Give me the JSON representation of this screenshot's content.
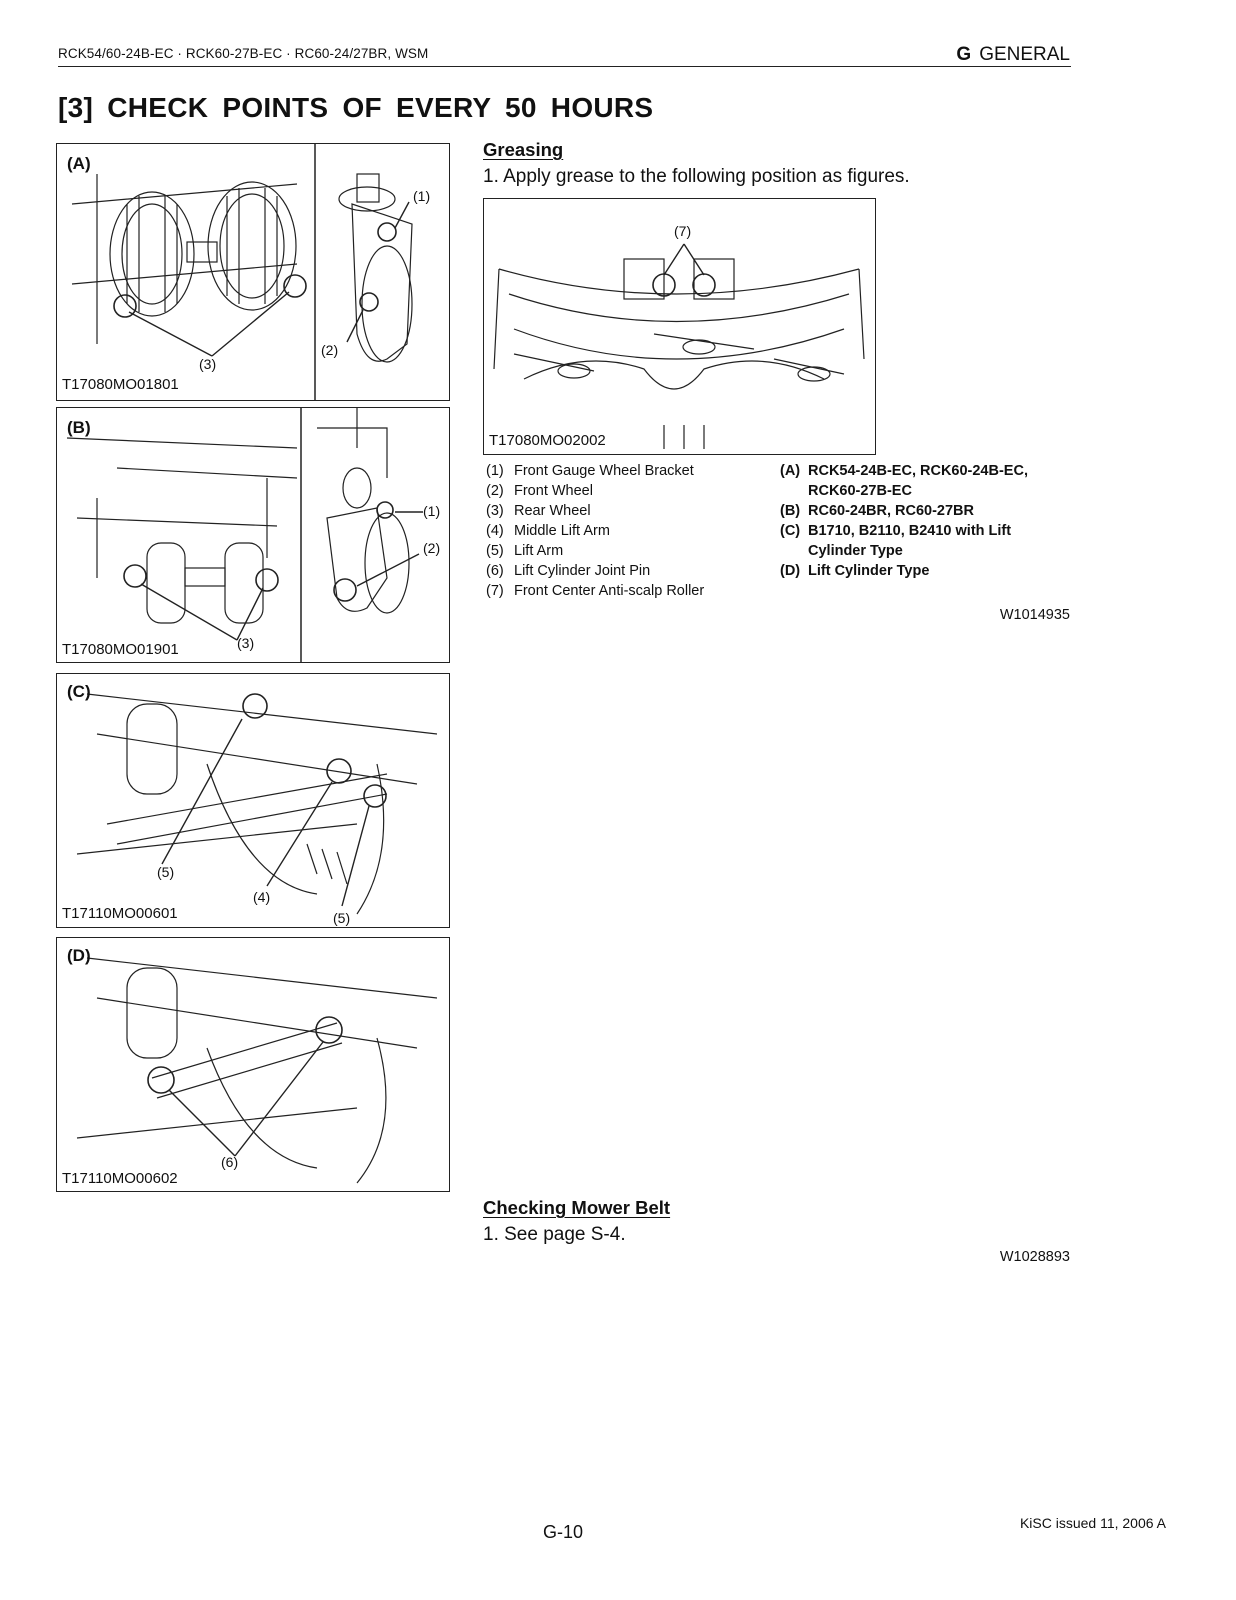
{
  "header": {
    "models": "RCK54/60-24B-EC · RCK60-27B-EC · RC60-24/27BR, WSM",
    "section_letter": "G",
    "section_name": "GENERAL"
  },
  "title": "[3]  CHECK POINTS OF EVERY 50 HOURS",
  "figures": {
    "a": {
      "letter": "(A)",
      "code": "T17080MO01801",
      "callouts": [
        "(1)",
        "(2)",
        "(3)"
      ]
    },
    "b": {
      "letter": "(B)",
      "code": "T17080MO01901",
      "callouts": [
        "(1)",
        "(2)",
        "(3)"
      ]
    },
    "c": {
      "letter": "(C)",
      "code": "T17110MO00601",
      "callouts": [
        "(4)",
        "(5)",
        "(5)"
      ]
    },
    "d": {
      "letter": "(D)",
      "code": "T17110MO00602",
      "callouts": [
        "(6)"
      ]
    },
    "mower": {
      "code": "T17080MO02002",
      "callouts": [
        "(7)"
      ]
    }
  },
  "greasing": {
    "heading": "Greasing",
    "step": "1.  Apply grease to the following position as figures.",
    "legend": [
      {
        "num": "(1)",
        "text": "Front Gauge Wheel Bracket"
      },
      {
        "num": "(2)",
        "text": "Front Wheel"
      },
      {
        "num": "(3)",
        "text": "Rear Wheel"
      },
      {
        "num": "(4)",
        "text": "Middle Lift Arm"
      },
      {
        "num": "(5)",
        "text": "Lift Arm"
      },
      {
        "num": "(6)",
        "text": "Lift Cylinder Joint Pin"
      },
      {
        "num": "(7)",
        "text": "Front Center Anti-scalp Roller"
      }
    ],
    "models": [
      {
        "key": "(A)",
        "line1": "RCK54-24B-EC, RCK60-24B-EC,",
        "line2": "RCK60-27B-EC"
      },
      {
        "key": "(B)",
        "line1": "RC60-24BR, RC60-27BR",
        "line2": ""
      },
      {
        "key": "(C)",
        "line1": "B1710, B2110, B2410 with Lift",
        "line2": "Cylinder Type"
      },
      {
        "key": "(D)",
        "line1": "Lift Cylinder Type",
        "line2": ""
      }
    ],
    "ref": "W1014935"
  },
  "belt": {
    "heading": "Checking Mower Belt",
    "step": "1.  See page S-4.",
    "ref": "W1028893"
  },
  "footer": {
    "page": "G-10",
    "issue": "KiSC issued 11, 2006 A"
  }
}
